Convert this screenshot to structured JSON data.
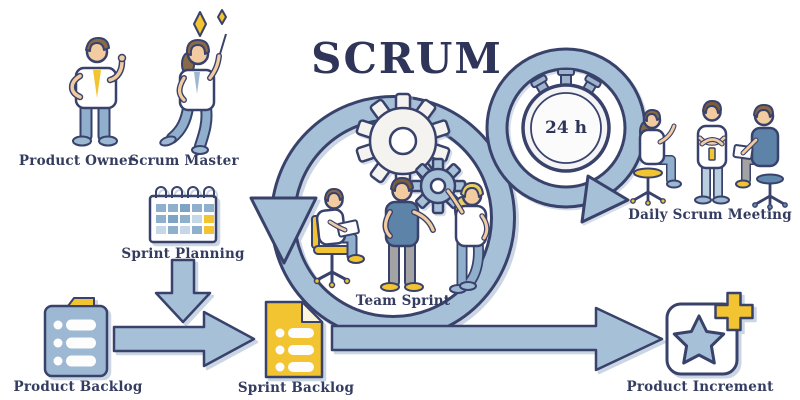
{
  "title": "SCRUM",
  "labels": {
    "product_owner": "Product Owner",
    "scrum_master": "Scrum Master",
    "sprint_planning": "Sprint Planning",
    "product_backlog": "Product Backlog",
    "sprint_backlog": "Sprint Backlog",
    "team_sprint": "Team Sprint",
    "daily_scrum_meeting": "Daily Scrum Meeting",
    "product_increment": "Product Increment"
  },
  "stopwatch": {
    "value": "24 h"
  },
  "icons": {
    "product_owner": "person-thumbs-up-figure",
    "scrum_master": "person-magic-wand-figure",
    "sprint_planning": "calendar-icon",
    "product_backlog": "folder-list-icon",
    "sprint_backlog": "document-list-icon",
    "team_sprint": "team-with-gears-in-loop-arrow",
    "daily_scrum": "stopwatch-24h-loop-arrow",
    "daily_scrum_meeting": "three-people-meeting-figures",
    "product_increment": "star-badge-plus-icon"
  },
  "colors": {
    "outline": "#39426b",
    "text": "#343c60",
    "arrow_blue": "#a6c0d8",
    "pants_blue": "#8fafcd",
    "shirt_blue": "#5e83a8",
    "accent_yellow": "#f3c431",
    "skin": "#f2cba1",
    "hair_brown": "#8a6a46",
    "hair_blonde": "#e9cf63",
    "grey": "#a3a3a3",
    "shadow": "#b6c5d6"
  }
}
